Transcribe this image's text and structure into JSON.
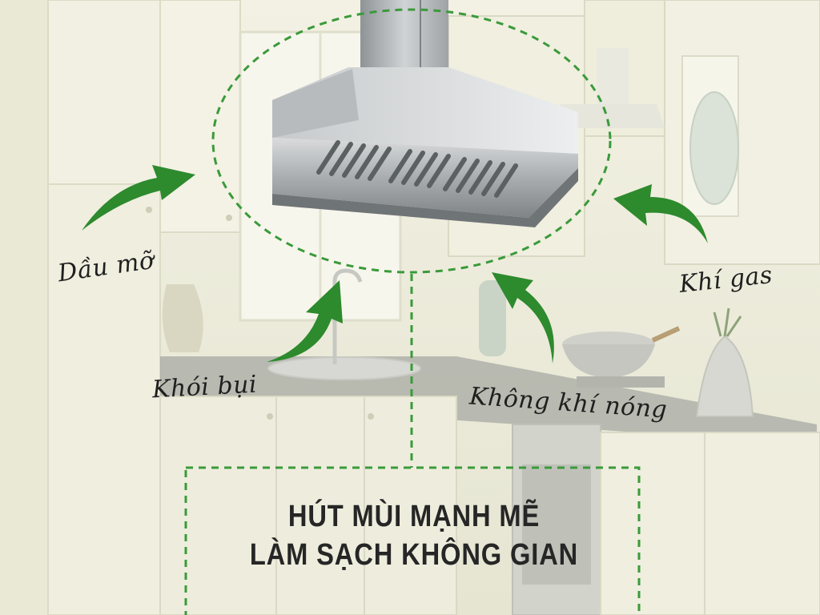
{
  "labels": {
    "grease": "Dầu mỡ",
    "smoke_dust": "Khói bụi",
    "hot_air": "Không khí nóng",
    "gas": "Khí gas"
  },
  "headline": {
    "line1": "HÚT MÙI MẠNH MẼ",
    "line2": "LÀM SẠCH KHÔNG GIAN"
  },
  "icons": {
    "arrows": [
      "curved-arrow-icon"
    ],
    "hood": "range-hood-icon"
  },
  "colors": {
    "accent_green": "#2d8a2d",
    "dash_green": "#3a9a3a",
    "text_dark": "#1f1f1f",
    "background_cream": "#efeedd"
  }
}
